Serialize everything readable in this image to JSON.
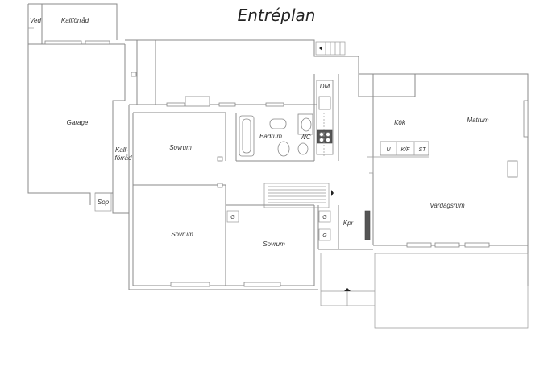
{
  "title": "Entréplan",
  "rooms": {
    "ved": "Ved",
    "kallforrad_top": "Kallförråd",
    "garage": "Garage",
    "kallforrad_side_1": "Kall-",
    "kallforrad_side_2": "förråd",
    "sop": "Sop",
    "sovrum_1": "Sovrum",
    "sovrum_2": "Sovrum",
    "sovrum_3": "Sovrum",
    "badrum": "Badrum",
    "wc": "WC",
    "dm": "DM",
    "kok": "Kök",
    "matrum": "Matrum",
    "vardagsrum": "Vardagsrum",
    "kpr": "Kpr",
    "g1": "G",
    "g2": "G",
    "g3": "G"
  },
  "appliances": {
    "u": "U",
    "kf": "K/F",
    "st": "ST"
  }
}
